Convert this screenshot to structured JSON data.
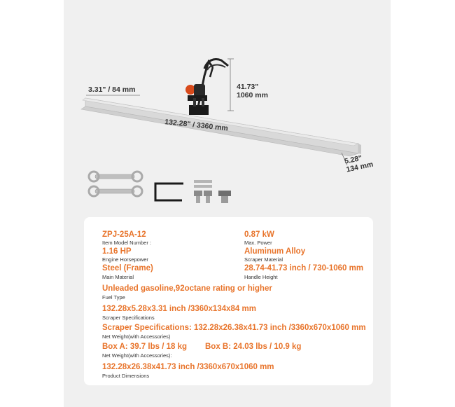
{
  "dimensions": {
    "depth": "3.31\" / 84 mm",
    "height_line1": "41.73\"",
    "height_line2": "1060 mm",
    "length": "132.28\" / 3360 mm",
    "width_line1": "5.28\"",
    "width_line2": "134 mm"
  },
  "specs": {
    "model": {
      "value": "ZPJ-25A-12",
      "label": "Item Model Number :"
    },
    "power": {
      "value": "0.87 kW",
      "label": "Max. Power"
    },
    "horsepower": {
      "value": "1.16 HP",
      "label": "Engine Horsepower"
    },
    "scraper_material": {
      "value": "Aluminum Alloy",
      "label": "Scraper Material"
    },
    "main_material": {
      "value": "Steel (Frame)",
      "label": "Main Material"
    },
    "handle_height": {
      "value": "28.74-41.73 inch / 730-1060 mm",
      "label": "Handle Height"
    },
    "fuel": {
      "value": "Unleaded gasoline,92octane rating or higher",
      "label": "Fuel Type"
    },
    "scraper_spec": {
      "value": "132.28x5.28x3.31 inch /3360x134x84 mm",
      "label": "Scraper Specifications"
    },
    "net_weight_1": {
      "value": "Scraper Specifications: 132.28x26.38x41.73 inch /3360x670x1060 mm",
      "label": "Net Weight(with Accessories)"
    },
    "box_a": {
      "value": "Box A: 39.7 lbs / 18 kg"
    },
    "box_b": {
      "value": "Box B: 24.03 lbs / 10.9 kg"
    },
    "net_weight_2": {
      "label": "Net Weight(with Accessories):"
    },
    "product_dims": {
      "value": "132.28x26.38x41.73 inch /3360x670x1060 mm",
      "label": "Product Dimensions"
    }
  }
}
